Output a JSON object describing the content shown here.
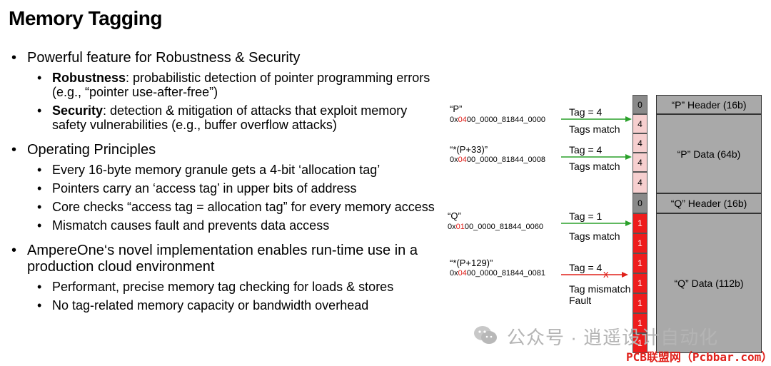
{
  "title": "Memory Tagging",
  "bullets": {
    "b1": "Powerful feature for Robustness & Security",
    "b1_1_bold": "Robustness",
    "b1_1_text": ": probabilistic detection of pointer programming errors (e.g., “pointer use-after-free”)",
    "b1_2_bold": "Security",
    "b1_2_text": ": detection & mitigation of attacks that exploit memory safety vulnerabilities (e.g., buffer overflow attacks)",
    "b2": "Operating Principles",
    "b2_1": "Every 16-byte memory granule gets a 4-bit ‘allocation tag’",
    "b2_2": "Pointers carry an ‘access tag’ in upper bits of address",
    "b2_3": "Core checks “access tag = allocation tag” for every memory access",
    "b2_4": "Mismatch causes fault and prevents data access",
    "b3": "AmpereOne‘s novel implementation enables run-time use in a production cloud environment",
    "b3_1": "Performant, precise memory tag checking for loads & stores",
    "b3_2": "No tag-related memory capacity or bandwidth overhead"
  },
  "diagram": {
    "pointers": [
      {
        "name": "“P”",
        "addr_pre": "0x",
        "addr_hl": "04",
        "addr_post": "00_0000_81844_0000",
        "tag": "Tag = 4",
        "result": "Tags match"
      },
      {
        "name": "“*(P+33)”",
        "addr_pre": "0x",
        "addr_hl": "04",
        "addr_post": "00_0000_81844_0008",
        "tag": "Tag = 4",
        "result": "Tags match"
      },
      {
        "name": "“Q”",
        "addr_pre": "0x",
        "addr_hl": "01",
        "addr_post": "00_0000_81844_0060",
        "tag": "Tag = 1",
        "result": "Tags match"
      },
      {
        "name": "“*(P+129)”",
        "addr_pre": "0x",
        "addr_hl": "04",
        "addr_post": "00_0000_81844_0081",
        "tag": "Tag = 4",
        "result": "Tag mismatch",
        "result2": "Fault",
        "mark": "x"
      }
    ],
    "tags": [
      "0",
      "4",
      "4",
      "4",
      "4",
      "0",
      "1",
      "1",
      "1",
      "1",
      "1",
      "1",
      "1"
    ],
    "memory": {
      "p_header": "“P” Header (16b)",
      "p_data": "“P” Data (64b)",
      "q_header": "“Q” Header (16b)",
      "q_data": "“Q” Data (112b)"
    },
    "colors": {
      "match_arrow": "#2aa12a",
      "fault_arrow": "#e0201a",
      "tag_alloc": "#ee1c1c"
    }
  },
  "watermark": "公众号 · 逍遥设计自动化",
  "footer": "PCB联盟网（Pcbbar.com）"
}
